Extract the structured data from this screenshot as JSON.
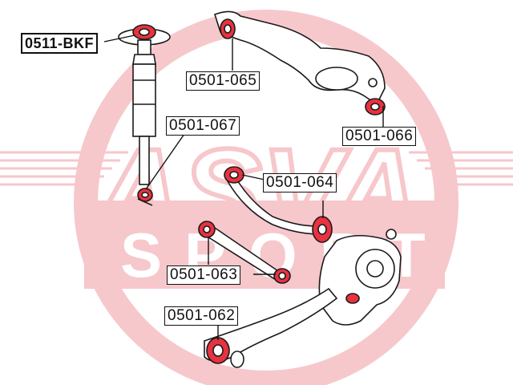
{
  "watermark": {
    "brand": "ASVA",
    "sub": "SPORT",
    "color": "#e03a48"
  },
  "callouts": {
    "bkf": "0511-BKF",
    "p065": "0501-065",
    "p066": "0501-066",
    "p067": "0501-067",
    "p064": "0501-064",
    "p063": "0501-063",
    "p062": "0501-062"
  },
  "colors": {
    "part_highlight": "#e8323f",
    "line_art": "#1a1a1a"
  }
}
